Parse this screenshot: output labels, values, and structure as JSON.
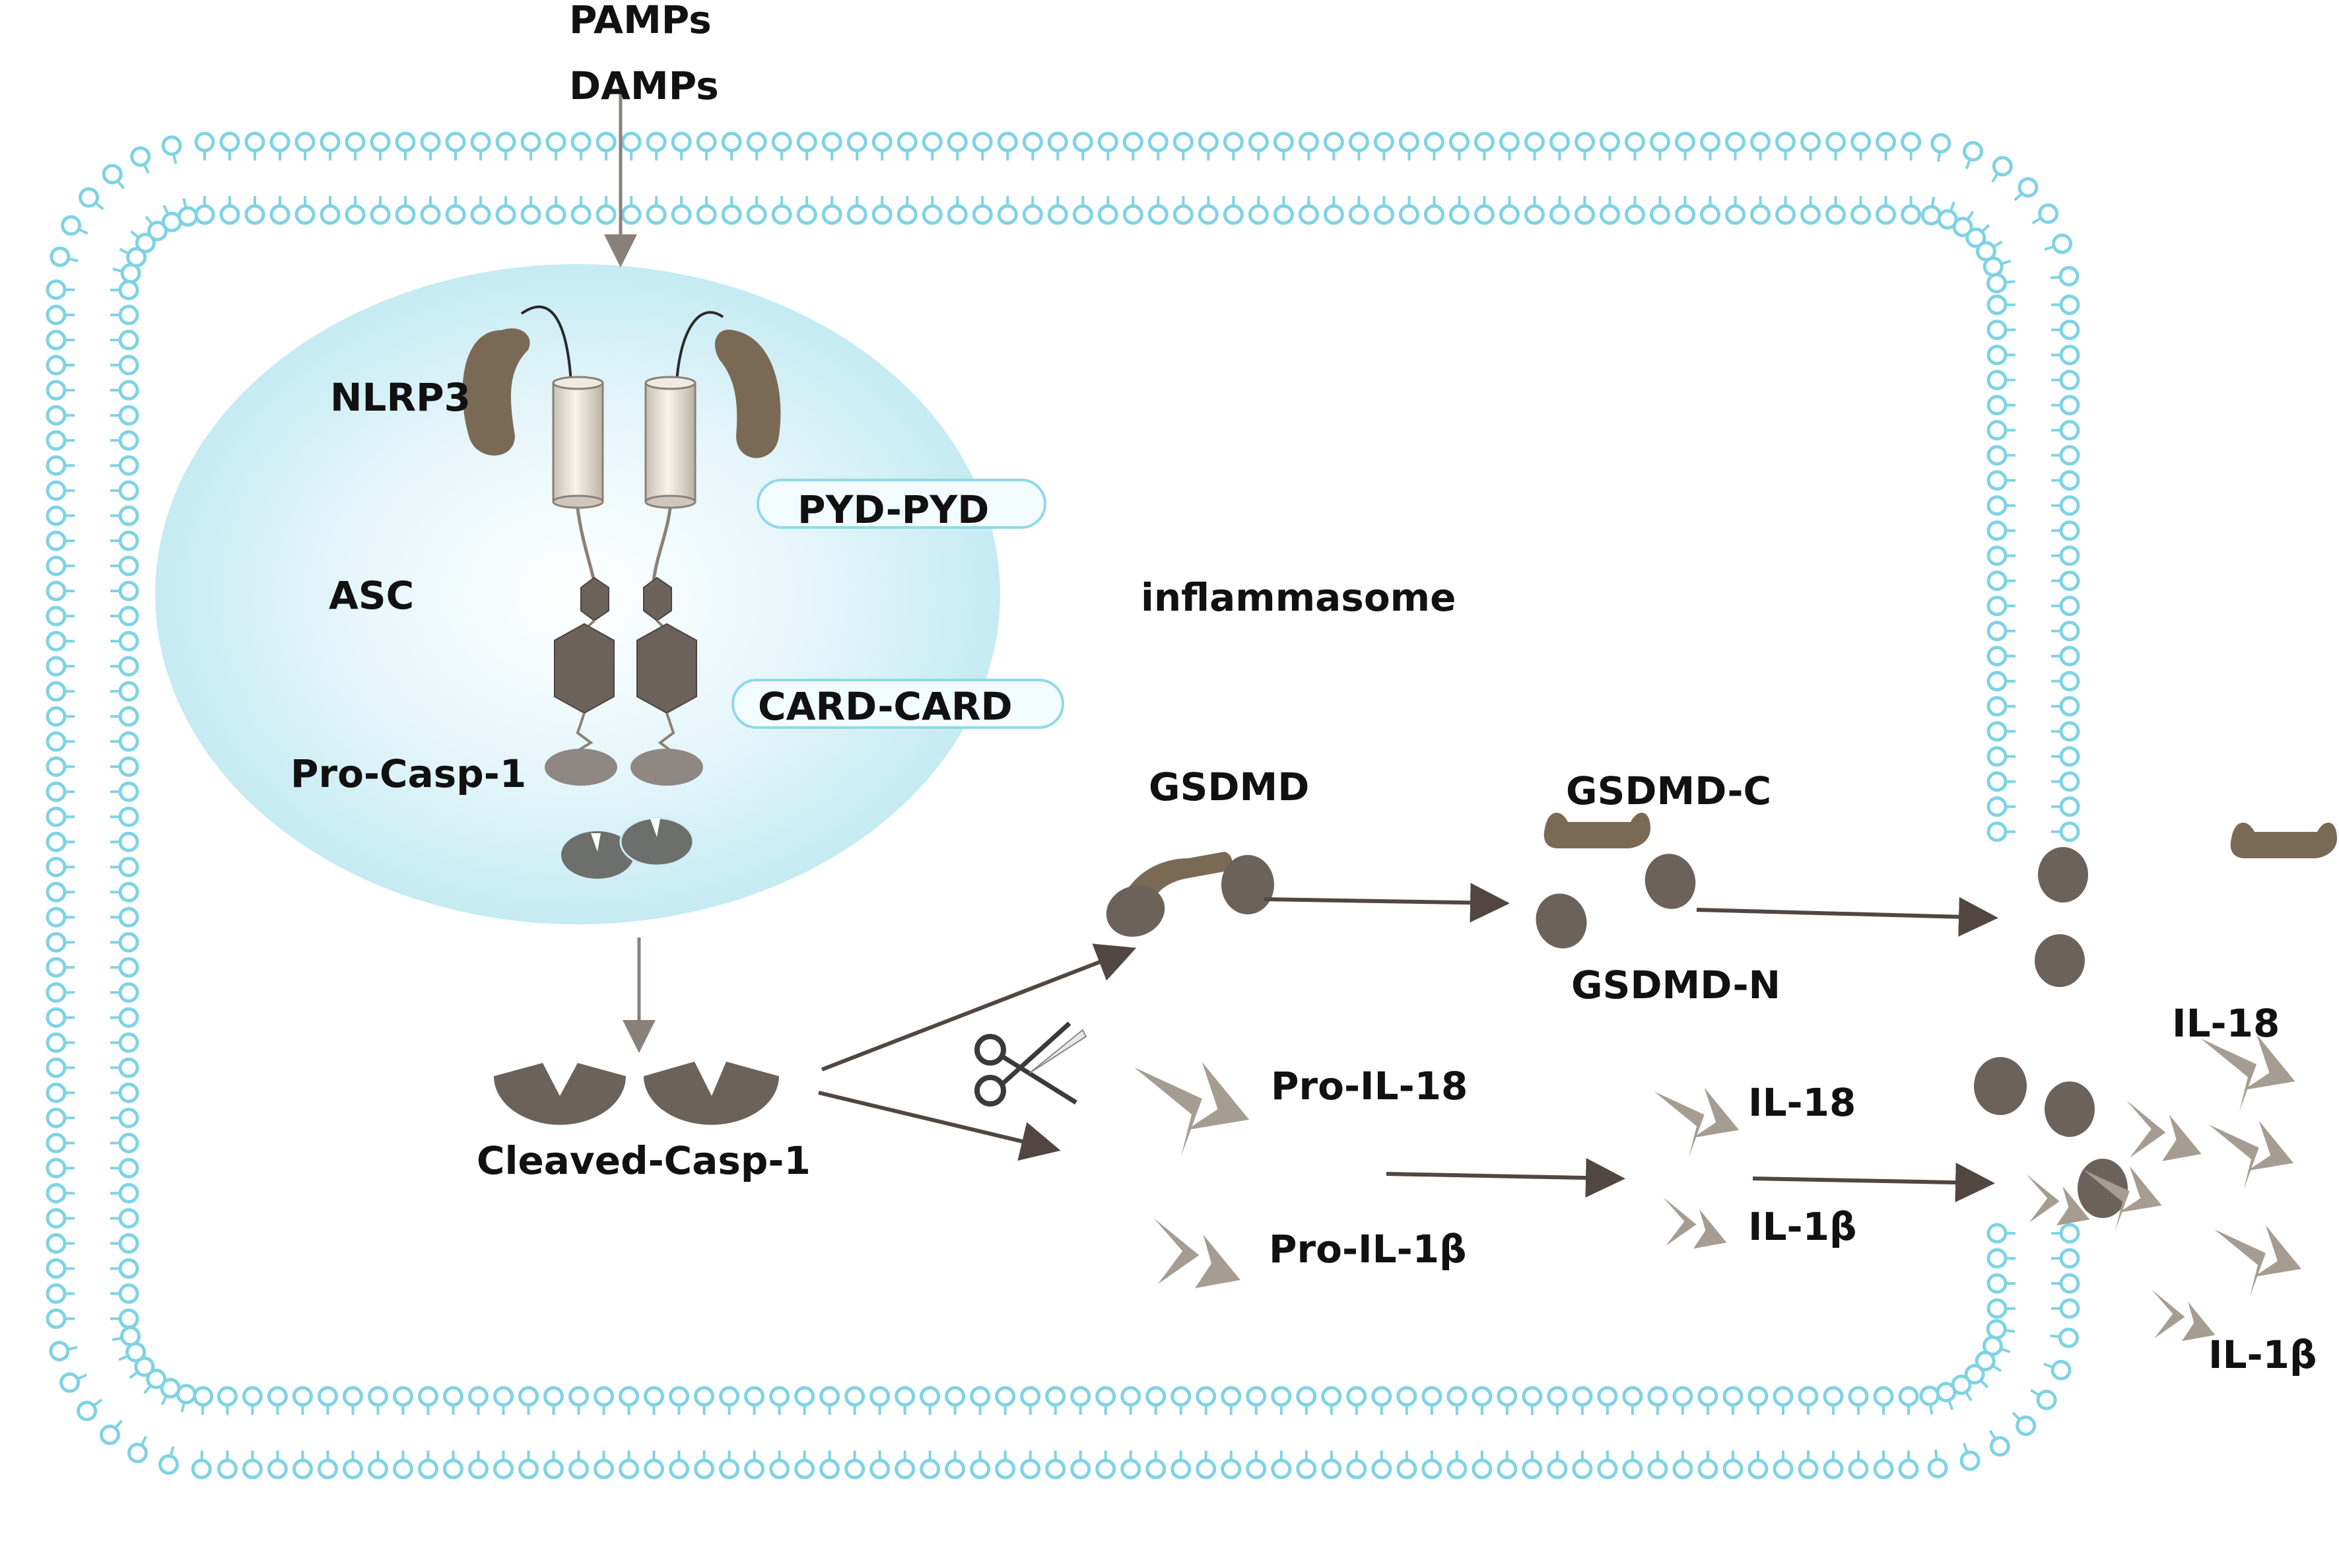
{
  "labels": {
    "stimulus_1": "PAMPs",
    "stimulus_2": "DAMPs",
    "nlrp3": "NLRP3",
    "asc": "ASC",
    "pyd_pyd": "PYD-PYD",
    "card_card": "CARD-CARD",
    "pro_casp1": "Pro-Casp-1",
    "inflammasome": "inflammasome",
    "cleaved_casp1": "Cleaved-Casp-1",
    "gsdmd": "GSDMD",
    "gsdmd_c": "GSDMD-C",
    "gsdmd_n": "GSDMD-N",
    "pro_il18": "Pro-IL-18",
    "pro_il1b": "Pro-IL-1β",
    "il18_inside": "IL-18",
    "il1b_inside": "IL-1β",
    "il18_outside": "IL-18",
    "il1b_outside": "IL-1β"
  },
  "colors": {
    "membrane": "#7fd3e4",
    "inflammasome_fill": "#cdeef5",
    "nlrp3_arm": "#7a6a55",
    "protein_dark": "#6b625c",
    "protein_light": "#a59c92",
    "arrow": "#514641"
  }
}
